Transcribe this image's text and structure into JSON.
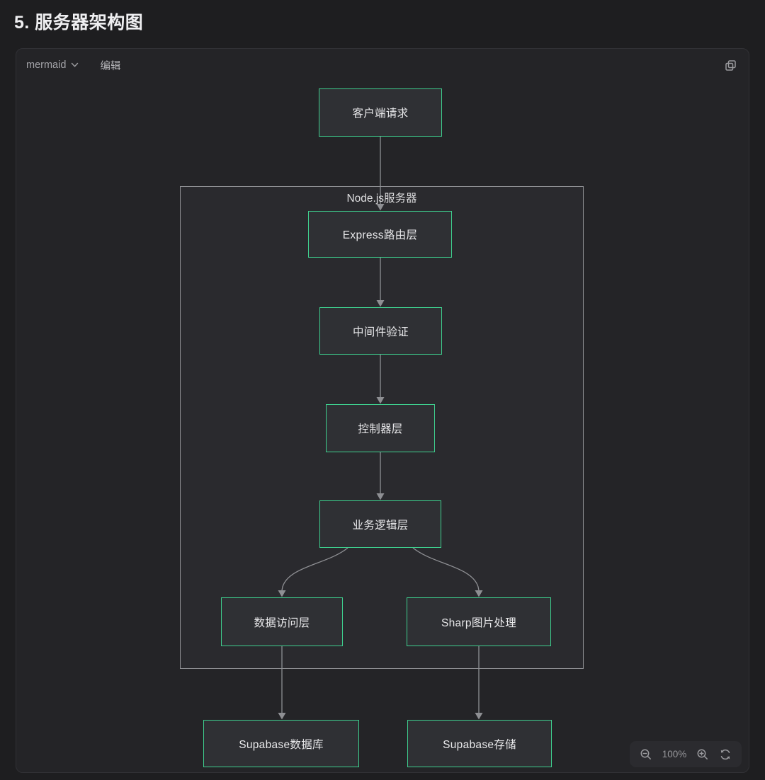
{
  "page": {
    "title": "5. 服务器架构图"
  },
  "toolbar": {
    "language": "mermaid",
    "edit_label": "编辑"
  },
  "icons": {
    "language_dropdown": "chevron-down-icon",
    "copy": "copy-icon",
    "zoom_out": "zoom-out-icon",
    "zoom_in": "zoom-in-icon",
    "reset": "reset-icon"
  },
  "diagram": {
    "type": "flowchart",
    "direction": "top-down",
    "subgraph": {
      "label": "Node.js服务器"
    },
    "nodes": [
      {
        "id": "client",
        "label": "客户端请求"
      },
      {
        "id": "express",
        "label": "Express路由层",
        "group": "Node.js服务器"
      },
      {
        "id": "middleware",
        "label": "中间件验证",
        "group": "Node.js服务器"
      },
      {
        "id": "controller",
        "label": "控制器层",
        "group": "Node.js服务器"
      },
      {
        "id": "business",
        "label": "业务逻辑层",
        "group": "Node.js服务器"
      },
      {
        "id": "data_access",
        "label": "数据访问层",
        "group": "Node.js服务器"
      },
      {
        "id": "sharp",
        "label": "Sharp图片处理",
        "group": "Node.js服务器"
      },
      {
        "id": "supabase_db",
        "label": "Supabase数据库"
      },
      {
        "id": "supabase_storage",
        "label": "Supabase存储"
      }
    ],
    "edges": [
      {
        "from": "client",
        "to": "express"
      },
      {
        "from": "express",
        "to": "middleware"
      },
      {
        "from": "middleware",
        "to": "controller"
      },
      {
        "from": "controller",
        "to": "business"
      },
      {
        "from": "business",
        "to": "data_access"
      },
      {
        "from": "business",
        "to": "sharp"
      },
      {
        "from": "data_access",
        "to": "supabase_db"
      },
      {
        "from": "sharp",
        "to": "supabase_storage"
      }
    ],
    "colors": {
      "node_border": "#3ecf8e",
      "node_fill": "#2f3034",
      "edge": "#8e8f93",
      "subgraph_border": "#8e8f93",
      "subgraph_fill": "#2a2a2e",
      "panel_background": "#242427",
      "page_background": "#1e1e20"
    }
  },
  "zoom_controls": {
    "level": "100%"
  }
}
